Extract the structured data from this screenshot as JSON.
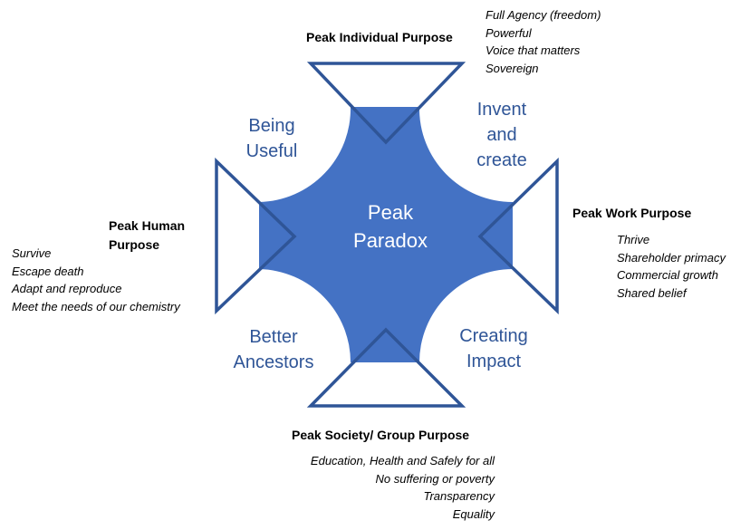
{
  "center": {
    "line1": "Peak",
    "line2": "Paradox"
  },
  "peaks": {
    "top": {
      "title": "Peak Individual Purpose",
      "items": [
        "Full Agency (freedom)",
        "Powerful",
        "Voice that matters",
        "Sovereign"
      ]
    },
    "right": {
      "title": "Peak Work Purpose",
      "items": [
        "Thrive",
        "Shareholder primacy",
        "Commercial growth",
        "Shared belief"
      ]
    },
    "bottom": {
      "title": "Peak Society/ Group Purpose",
      "items": [
        "Education, Health and Safely for all",
        "No suffering or poverty",
        "Transparency",
        "Equality"
      ]
    },
    "left": {
      "title_line1": "Peak Human",
      "title_line2": "Purpose",
      "items": [
        "Survive",
        "Escape death",
        "Adapt and reproduce",
        "Meet the needs of our chemistry"
      ]
    }
  },
  "quadrants": {
    "top_left": [
      "Being",
      "Useful"
    ],
    "top_right": [
      "Invent",
      "and",
      "create"
    ],
    "bottom_left": [
      "Better",
      "Ancestors"
    ],
    "bottom_right": [
      "Creating",
      "Impact"
    ]
  },
  "colors": {
    "fill": "#4472c4",
    "outline": "#2f5597",
    "label": "#2f5597"
  }
}
